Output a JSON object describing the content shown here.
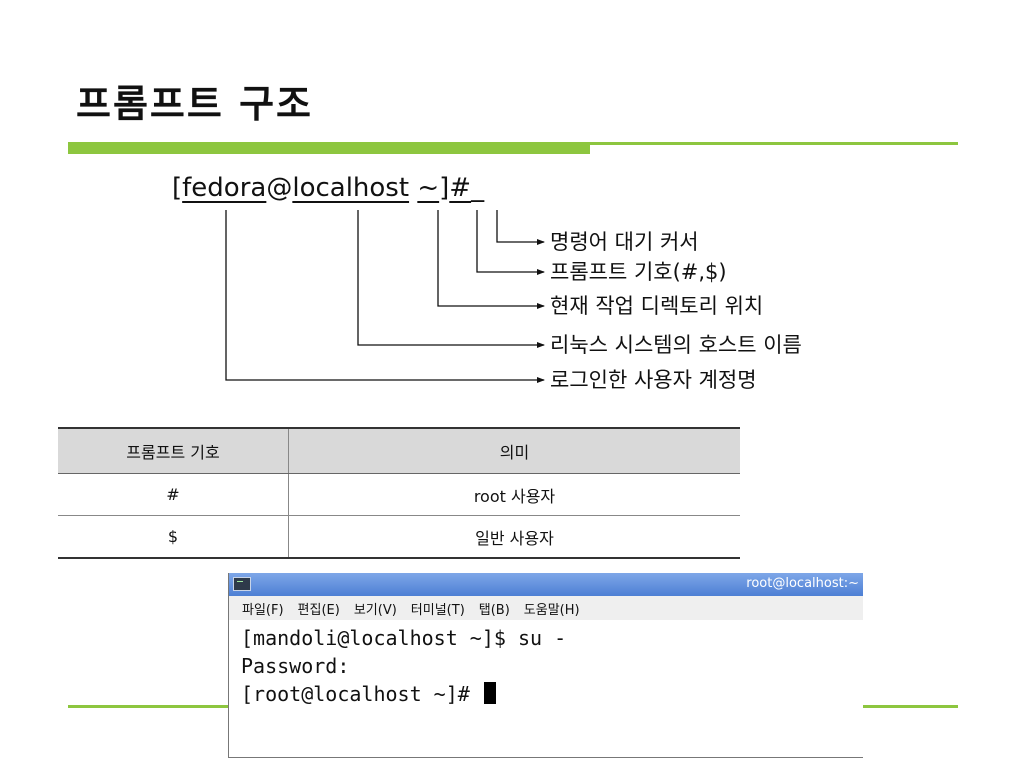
{
  "title": "프롬프트 구조",
  "prompt": {
    "open_bracket": "[",
    "user": "fedora",
    "at": "@",
    "host": "localhost",
    "space": " ",
    "dir": "~",
    "close_bracket": "]",
    "symbol": "#",
    "cursor": "_"
  },
  "annotations": [
    "명령어 대기 커서",
    "프롬프트 기호(#,$)",
    "현재 작업 디렉토리 위치",
    "리눅스 시스템의 호스트 이름",
    "로그인한 사용자 계정명"
  ],
  "table": {
    "headers": [
      "프롬프트 기호",
      "의미"
    ],
    "rows": [
      [
        "#",
        "root 사용자"
      ],
      [
        "$",
        "일반 사용자"
      ]
    ]
  },
  "terminal": {
    "title": "root@localhost:~",
    "menu": [
      "파일(F)",
      "편집(E)",
      "보기(V)",
      "터미널(T)",
      "탭(B)",
      "도움말(H)"
    ],
    "lines": [
      "[mandoli@localhost ~]$ su -",
      "Password:",
      "[root@localhost ~]# "
    ]
  },
  "colors": {
    "accent_green": "#8dc63f",
    "table_header_bg": "#d9d9d9",
    "terminal_titlebar": "#5a8ad8"
  }
}
